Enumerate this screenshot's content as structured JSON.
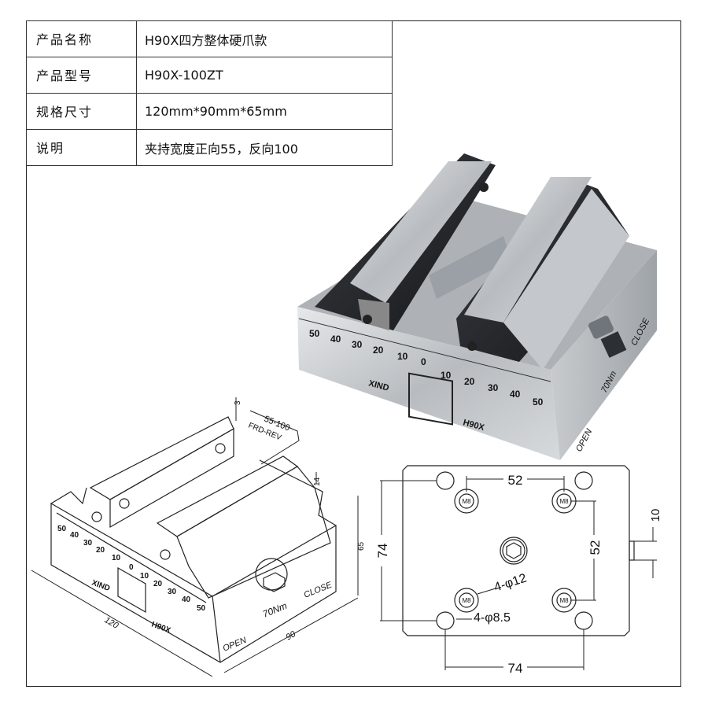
{
  "spec_table": [
    {
      "label": "产品名称",
      "value": "H90X四方整体硬爪款"
    },
    {
      "label": "产品型号",
      "value": "H90X-100ZT"
    },
    {
      "label": "规格尺寸",
      "value": "120mm*90mm*65mm"
    },
    {
      "label": "说明",
      "value": "夹持宽度正向55，反向100"
    }
  ],
  "photo": {
    "scale": [
      "50",
      "40",
      "30",
      "20",
      "10",
      "0",
      "10",
      "20",
      "30",
      "40",
      "50"
    ],
    "brand": "XIND",
    "model": "H90X",
    "torque": "70Nm",
    "close": "CLOSE",
    "open": "OPEN"
  },
  "iso_drawing": {
    "dim_jaw_step": "3",
    "dim_clamp_range": "55-100",
    "dim_clamp_mode": "FRD-REV",
    "dim_jaw_height": "14",
    "dim_height": "65",
    "dim_length": "120",
    "dim_width": "90",
    "scale": [
      "50",
      "40",
      "30",
      "20",
      "10",
      "0",
      "10",
      "20",
      "30",
      "40",
      "50"
    ],
    "brand": "XIND",
    "model": "H90X",
    "torque": "70Nm",
    "close": "CLOSE",
    "open": "OPEN"
  },
  "plate_drawing": {
    "dim_top": "52",
    "dim_left": "74",
    "dim_right": "52",
    "dim_bottom": "74",
    "dim_nub": "10",
    "thread_label": "M8",
    "counterbore_note": "4-φ12",
    "hole_note": "4-φ8.5"
  }
}
